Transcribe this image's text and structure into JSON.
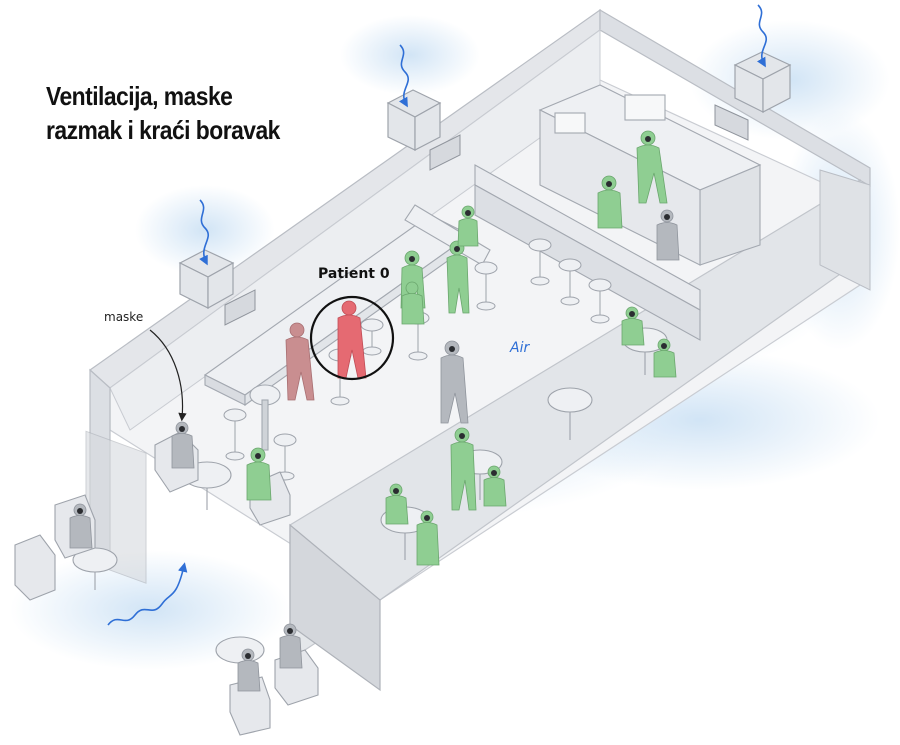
{
  "title": {
    "line1": "Ventilacija, maske",
    "line2": "razmak i kraći boravak"
  },
  "labels": {
    "patient": "Patient 0",
    "air": "Air",
    "masks": "maske"
  },
  "colors": {
    "background": "#ffffff",
    "wall": "#e4e6ea",
    "floor": "#f3f4f6",
    "air_flow": "#cfe3f5",
    "arrow": "#2f6fd6",
    "patient_zero": "#e56a72",
    "person_safe": "#8fce92",
    "person_neutral": "#9ea3ab",
    "person_exposed": "#c98e90"
  },
  "icons": [
    "ventilation-unit-icon",
    "airflow-arrow-icon",
    "person-figure-icon",
    "mask-icon"
  ]
}
